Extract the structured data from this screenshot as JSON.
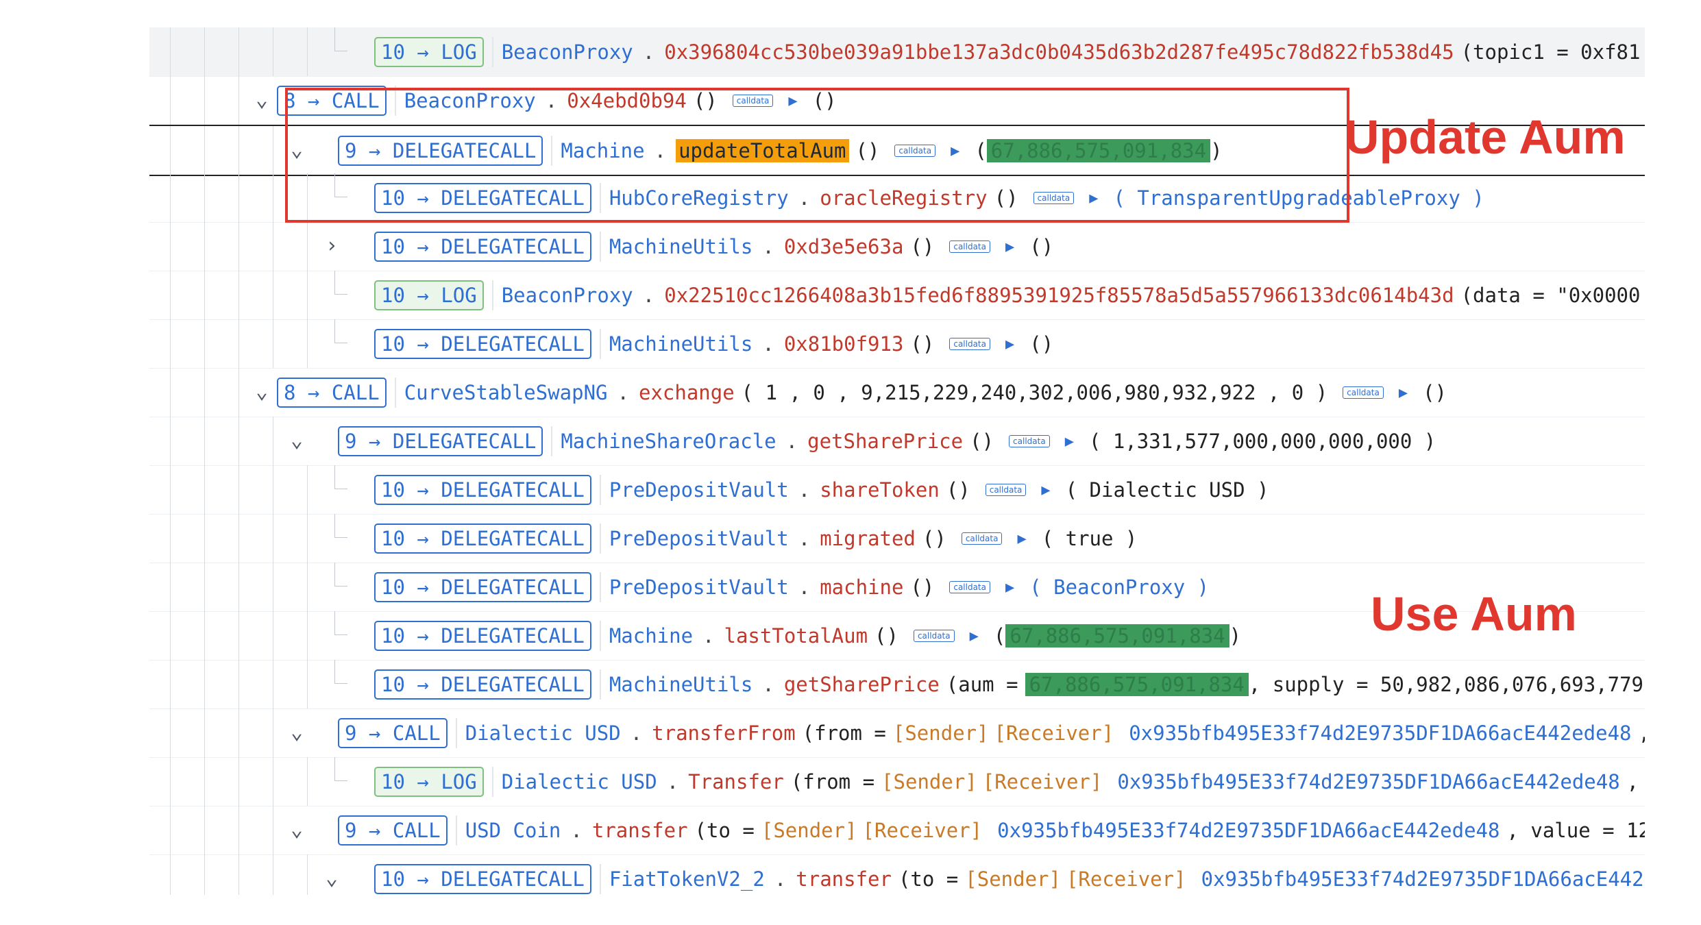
{
  "rows": [
    {
      "depth": 10,
      "type": "LOG",
      "contract": "BeaconProxy",
      "method": "0x396804cc530be039a91bbe137a3dc0b0435d63b2d287fe495c78d822fb538d45",
      "args": "(topic1 = 0xf81"
    },
    {
      "depth": 8,
      "type": "CALL",
      "contract": "BeaconProxy",
      "method": "0x4ebd0b94",
      "args": "()",
      "calldata": "calldata",
      "ret": "()"
    },
    {
      "depth": 9,
      "type": "DELEGATECALL",
      "contract": "Machine",
      "method": "updateTotalAum",
      "args": "()",
      "calldata": "calldata",
      "ret_open": "(",
      "ret_value": "67,886,575,091,834",
      "ret_close": ")"
    },
    {
      "depth": 10,
      "type": "DELEGATECALL",
      "contract": "HubCoreRegistry",
      "method": "oracleRegistry",
      "args": "()",
      "calldata": "calldata",
      "ret": "( TransparentUpgradeableProxy )"
    },
    {
      "depth": 10,
      "type": "DELEGATECALL",
      "contract": "MachineUtils",
      "method": "0xd3e5e63a",
      "args": "()",
      "calldata": "calldata",
      "ret": "()"
    },
    {
      "depth": 10,
      "type": "LOG",
      "contract": "BeaconProxy",
      "method": "0x22510cc1266408a3b15fed6f8895391925f85578a5d5a557966133dc0614b43d",
      "args": "(data = \"0x0000"
    },
    {
      "depth": 10,
      "type": "DELEGATECALL",
      "contract": "MachineUtils",
      "method": "0x81b0f913",
      "args": "()",
      "calldata": "calldata",
      "ret": "()"
    },
    {
      "depth": 8,
      "type": "CALL",
      "contract": "CurveStableSwapNG",
      "method": "exchange",
      "args": "( 1 ,  0 ,  9,215,229,240,302,006,980,932,922 ,  0 )",
      "calldata": "calldata",
      "ret": "()"
    },
    {
      "depth": 9,
      "type": "DELEGATECALL",
      "contract": "MachineShareOracle",
      "method": "getSharePrice",
      "args": "()",
      "calldata": "calldata",
      "ret": "( 1,331,577,000,000,000,000 )"
    },
    {
      "depth": 10,
      "type": "DELEGATECALL",
      "contract": "PreDepositVault",
      "method": "shareToken",
      "args": "()",
      "calldata": "calldata",
      "ret": "( Dialectic USD )"
    },
    {
      "depth": 10,
      "type": "DELEGATECALL",
      "contract": "PreDepositVault",
      "method": "migrated",
      "args": "()",
      "calldata": "calldata",
      "ret": "( true )"
    },
    {
      "depth": 10,
      "type": "DELEGATECALL",
      "contract": "PreDepositVault",
      "method": "machine",
      "args": "()",
      "calldata": "calldata",
      "ret": "( BeaconProxy )"
    },
    {
      "depth": 10,
      "type": "DELEGATECALL",
      "contract": "Machine",
      "method": "lastTotalAum",
      "args": "()",
      "calldata": "calldata",
      "ret_open": "(",
      "ret_value": "67,886,575,091,834",
      "ret_close": ")"
    },
    {
      "depth": 10,
      "type": "DELEGATECALL",
      "contract": "MachineUtils",
      "method": "getSharePrice",
      "args_pre": "(aum =",
      "args_value": "67,886,575,091,834",
      "args_post": ", supply = 50,982,086,076,693,779,"
    },
    {
      "depth": 9,
      "type": "CALL",
      "contract": "Dialectic USD",
      "method": "transferFrom",
      "args_pre": "(from =",
      "sender": "[Sender]",
      "receiver": "[Receiver]",
      "addr": "0x935bfb495E33f74d2E9735DF1DA66acE442ede48",
      "tail": ","
    },
    {
      "depth": 10,
      "type": "LOG",
      "contract": "Dialectic USD",
      "method": "Transfer",
      "args_pre": "(from =",
      "sender": "[Sender]",
      "receiver": "[Receiver]",
      "addr": "0x935bfb495E33f74d2E9735DF1DA66acE442ede48",
      "tail": ","
    },
    {
      "depth": 9,
      "type": "CALL",
      "contract": "USD Coin",
      "method": "transfer",
      "args_pre": "(to =",
      "sender": "[Sender]",
      "receiver": "[Receiver]",
      "addr": "0x935bfb495E33f74d2E9735DF1DA66acE442ede48",
      "tail": ", value = 12"
    },
    {
      "depth": 10,
      "type": "DELEGATECALL",
      "contract": "FiatTokenV2_2",
      "method": "transfer",
      "args_pre": "(to =",
      "sender": "[Sender]",
      "receiver": "[Receiver]",
      "addr": "0x935bfb495E33f74d2E9735DF1DA66acE442",
      "tail": ""
    }
  ],
  "annotations": {
    "update_label": "Update Aum",
    "use_label": "Use Aum"
  },
  "colors": {
    "badge_blue": "#2f6fd1",
    "method_red": "#c0392b",
    "annotation_red": "#e0372f",
    "aum_green": "#3c9b5a",
    "aum_orange": "#f59e0b",
    "sender_orange": "#c97a27"
  },
  "icons": {
    "expanded": "chevron-down-icon",
    "collapsed": "chevron-right-icon",
    "play": "play-triangle-icon"
  }
}
